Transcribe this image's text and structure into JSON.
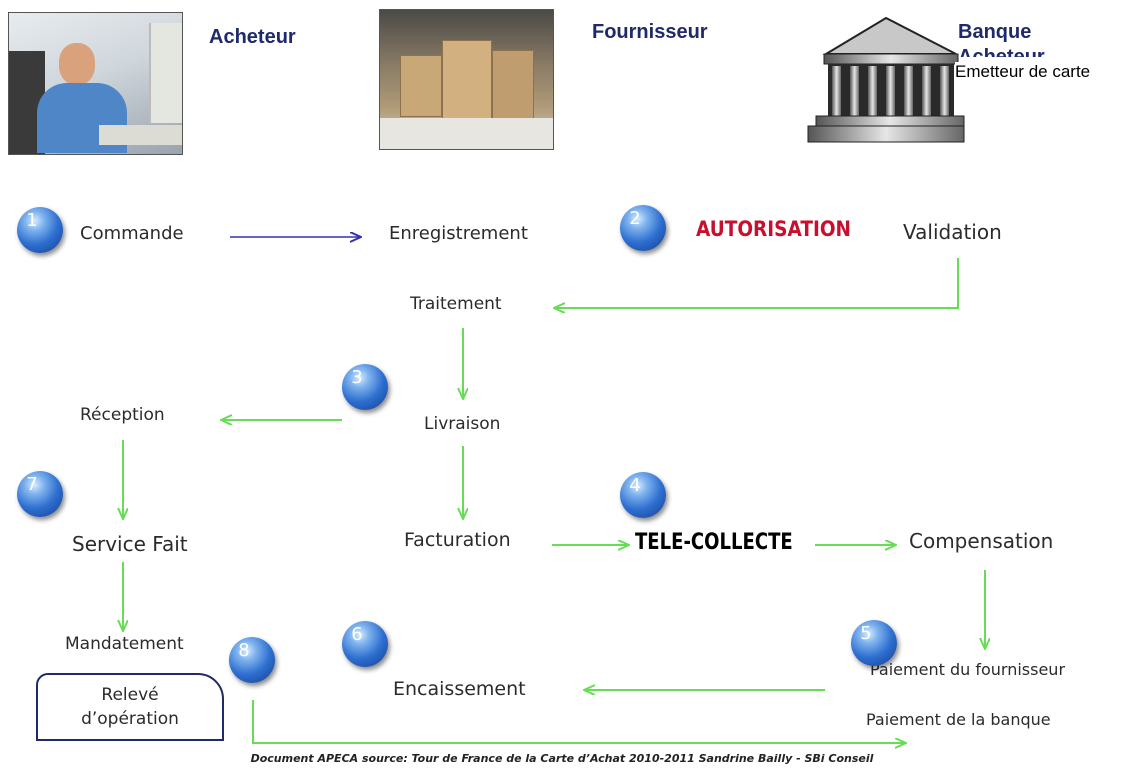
{
  "actors": {
    "buyer": "Acheteur",
    "supplier": "Fournisseur",
    "bank": "Banque",
    "bank_sub_hidden": "Acheteur",
    "issuer": "Emetteur de carte"
  },
  "steps": {
    "commande": "Commande",
    "enregistrement": "Enregistrement",
    "autorisation": "AUTORISATION",
    "validation": "Validation",
    "traitement": "Traitement",
    "reception": "Réception",
    "livraison": "Livraison",
    "service_fait": "Service Fait",
    "facturation": "Facturation",
    "tele_collecte": "TELE-COLLECTE",
    "compensation": "Compensation",
    "mandatement": "Mandatement",
    "encaissement": "Encaissement",
    "paiement_fournisseur": "Paiement du fournisseur",
    "paiement_banque": "Paiement de la banque"
  },
  "releve": {
    "line1": "Relevé",
    "line2": "d’opération"
  },
  "badges": [
    "1",
    "2",
    "3",
    "4",
    "5",
    "6",
    "7",
    "8"
  ],
  "footer": "Document APECA source: Tour de France de la Carte d’Achat 2010-2011 Sandrine Bailly - SBi Conseil",
  "colors": {
    "actor_text": "#1f2a6b",
    "autorisation": "#c8102e",
    "green_arrow": "#66dd55",
    "blue_arrow": "#3333aa",
    "badge": "#2e6fd0"
  },
  "icons": [
    "buyer-photo",
    "warehouse-photo",
    "bank-building-icon"
  ]
}
